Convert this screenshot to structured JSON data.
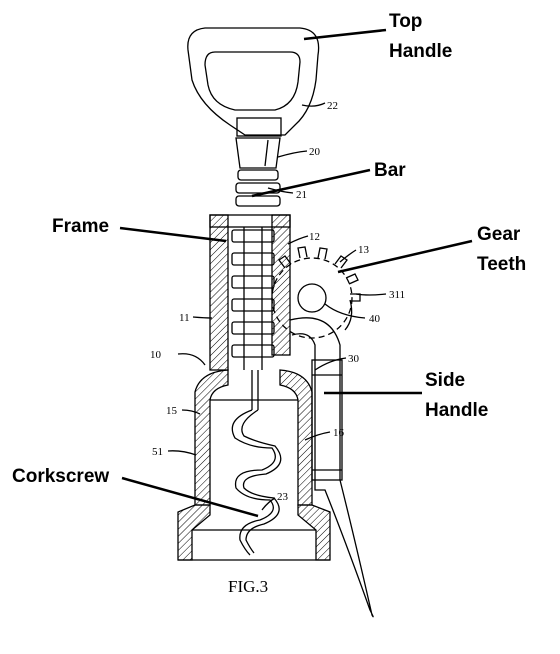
{
  "callouts": {
    "top_handle": [
      "Top",
      "Handle"
    ],
    "bar": "Bar",
    "frame": "Frame",
    "gear_teeth": [
      "Gear",
      "Teeth"
    ],
    "side_handle": [
      "Side",
      "Handle"
    ],
    "corkscrew": "Corkscrew"
  },
  "reference_numerals": {
    "n22": "22",
    "n20": "20",
    "n21": "21",
    "n12": "12",
    "n13": "13",
    "n311": "311",
    "n11": "11",
    "n40": "40",
    "n10": "10",
    "n30": "30",
    "n15": "15",
    "n16": "16",
    "n51": "51",
    "n23": "23"
  },
  "figure_caption": "FIG.3"
}
